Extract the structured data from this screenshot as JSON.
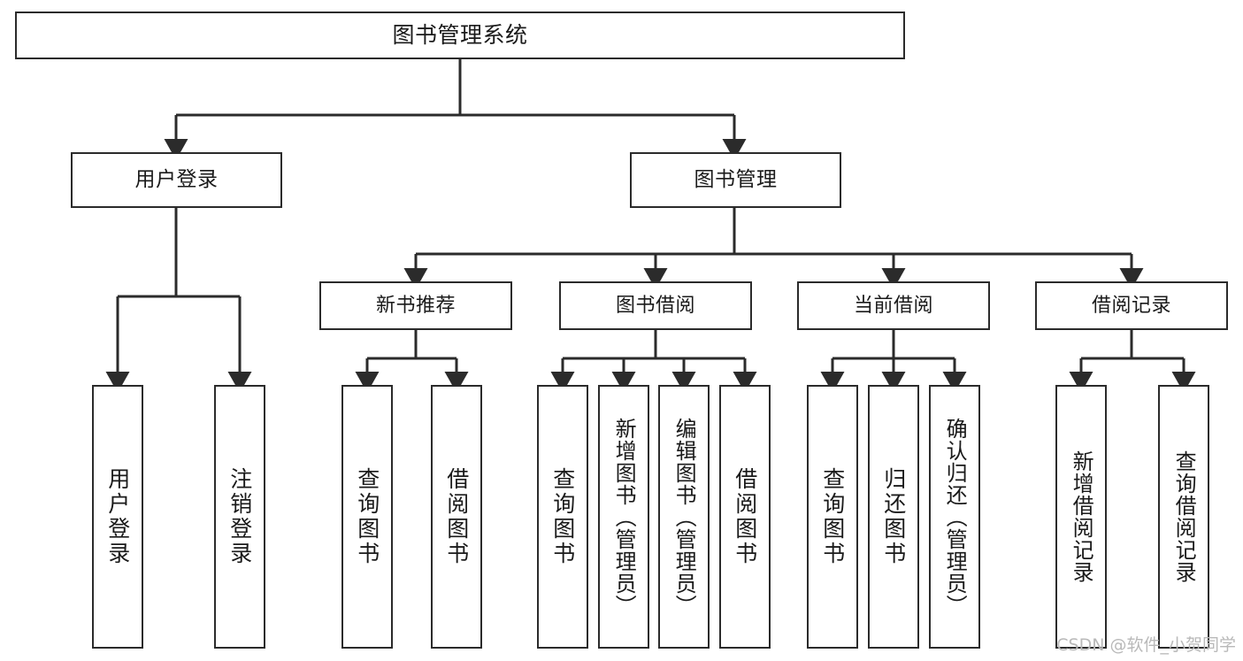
{
  "diagram": {
    "title": "图书管理系统",
    "root": {
      "label": "图书管理系统",
      "id": "root"
    },
    "level1": [
      {
        "id": "user-login",
        "label": "用户登录"
      },
      {
        "id": "book-manage",
        "label": "图书管理"
      }
    ],
    "level2": [
      {
        "id": "new-book-rec",
        "label": "新书推荐"
      },
      {
        "id": "book-borrow",
        "label": "图书借阅"
      },
      {
        "id": "current-borrow",
        "label": "当前借阅"
      },
      {
        "id": "borrow-record",
        "label": "借阅记录"
      }
    ],
    "leaves": [
      {
        "id": "leaf-user-login",
        "label": "用户登录",
        "parent": "user-login"
      },
      {
        "id": "leaf-user-logout",
        "label": "注销登录",
        "parent": "user-login"
      },
      {
        "id": "leaf-query-book-1",
        "label": "查询图书",
        "parent": "new-book-rec"
      },
      {
        "id": "leaf-borrow-book-1",
        "label": "借阅图书",
        "parent": "new-book-rec"
      },
      {
        "id": "leaf-query-book-2",
        "label": "查询图书",
        "parent": "book-borrow"
      },
      {
        "id": "leaf-add-book",
        "label": "新增图书（管理员）",
        "parent": "book-borrow"
      },
      {
        "id": "leaf-edit-book",
        "label": "编辑图书（管理员）",
        "parent": "book-borrow"
      },
      {
        "id": "leaf-borrow-book-2",
        "label": "借阅图书",
        "parent": "book-borrow"
      },
      {
        "id": "leaf-query-book-3",
        "label": "查询图书",
        "parent": "current-borrow"
      },
      {
        "id": "leaf-return-book",
        "label": "归还图书",
        "parent": "current-borrow"
      },
      {
        "id": "leaf-confirm-return",
        "label": "确认归还（管理员）",
        "parent": "current-borrow"
      },
      {
        "id": "leaf-add-record",
        "label": "新增借阅记录",
        "parent": "borrow-record"
      },
      {
        "id": "leaf-query-record",
        "label": "查询借阅记录",
        "parent": "borrow-record"
      }
    ],
    "colors": {
      "border": "#2b2b2b",
      "connector": "#2b2b2b",
      "text": "#1a1a1a",
      "background": "#ffffff",
      "watermark": "#b9b9b9"
    }
  },
  "watermark": {
    "text": "CSDN @软件_小贺同学"
  }
}
